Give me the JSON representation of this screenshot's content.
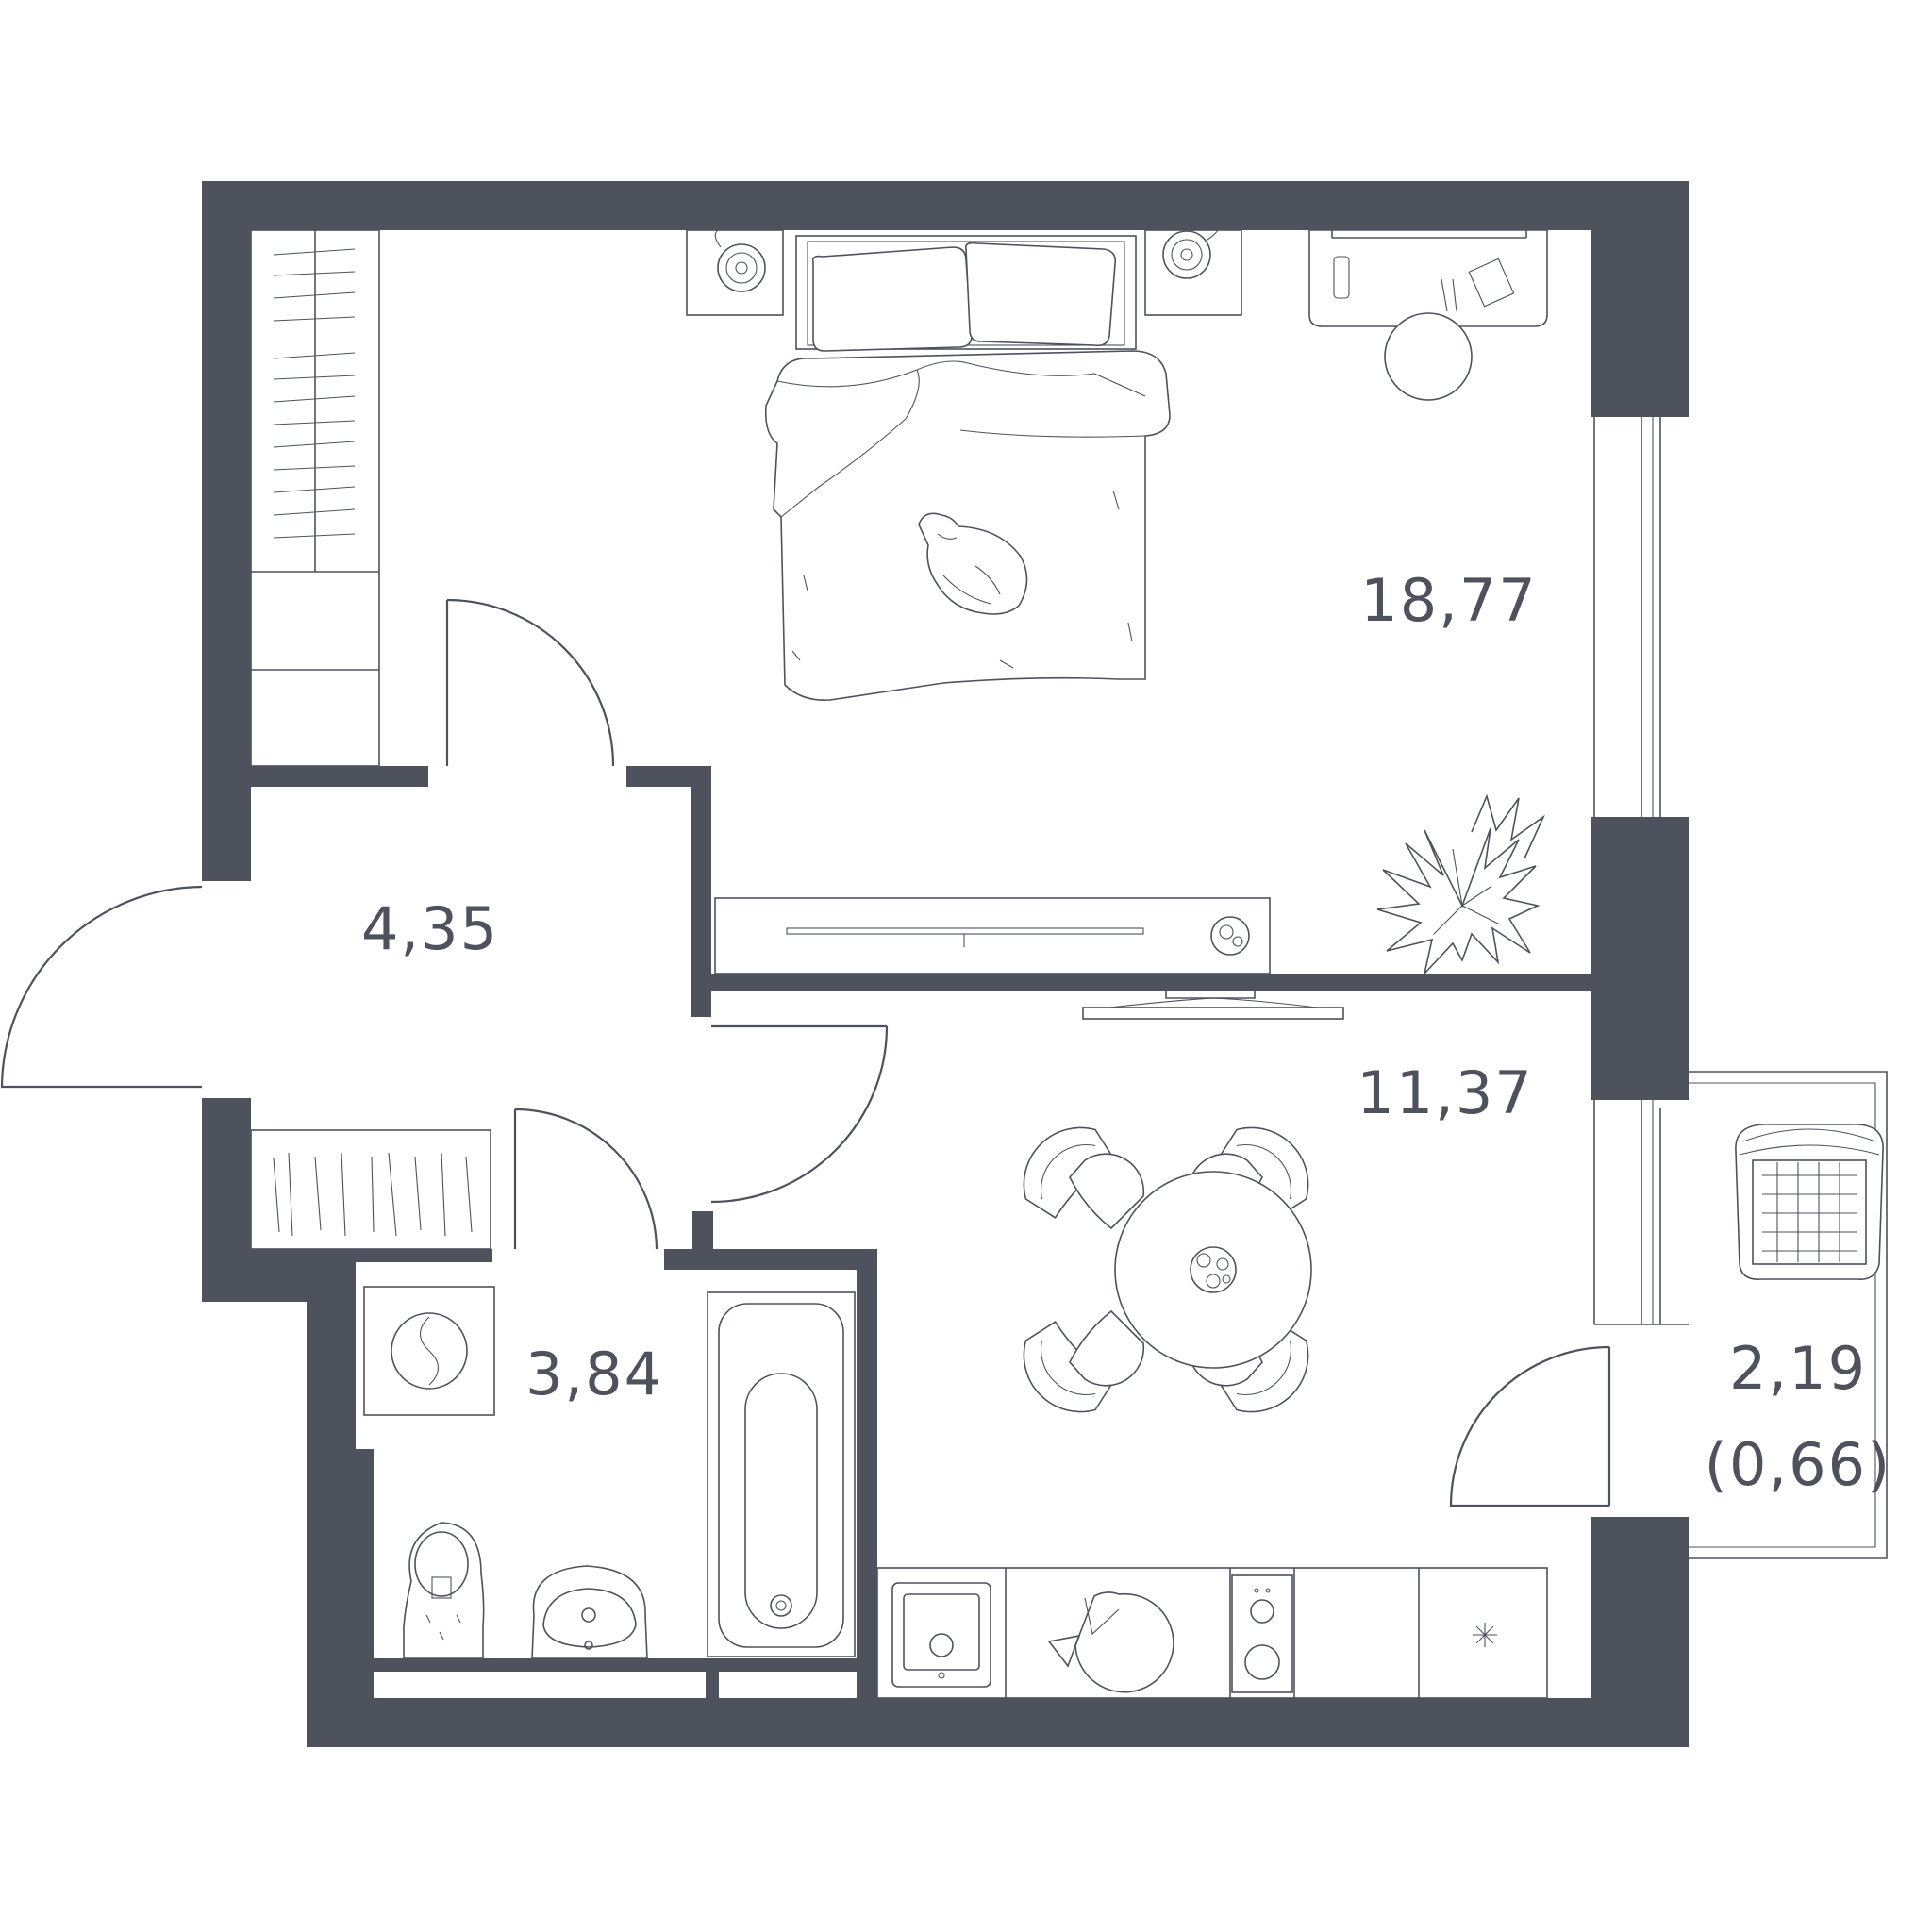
{
  "plan": {
    "wall_color": "#4e525d",
    "rooms": [
      {
        "id": "bedroom",
        "area": "18,77"
      },
      {
        "id": "hallway",
        "area": "4,35"
      },
      {
        "id": "kitchen",
        "area": "11,37"
      },
      {
        "id": "bathroom",
        "area": "3,84"
      },
      {
        "id": "balcony",
        "area": "2,19",
        "reduced_area": "(0,66)"
      }
    ]
  }
}
